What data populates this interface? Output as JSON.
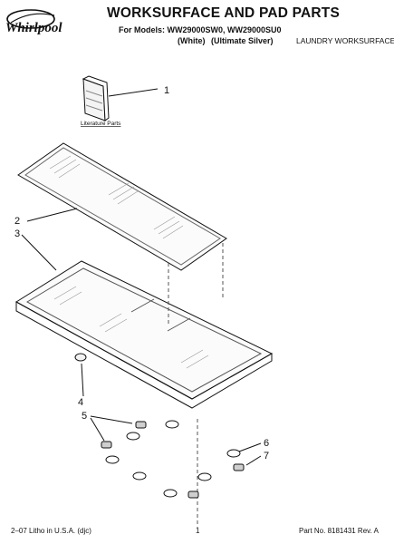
{
  "header": {
    "brand": "Whirlpool",
    "title": "WORKSURFACE AND PAD PARTS",
    "models_line": "For Models: WW29000SW0, WW29000SU0",
    "variants": [
      "(White)",
      "(Ultimate Silver)"
    ],
    "section": "LAUNDRY WORKSURFACE"
  },
  "diagram": {
    "literature_label": "Literature Parts",
    "callouts": [
      "1",
      "2",
      "3",
      "4",
      "5",
      "6",
      "7"
    ]
  },
  "footer": {
    "left": "2–07 Litho in U.S.A. (djc)",
    "center": "1",
    "right": "Part No. 8181431 Rev. A"
  }
}
